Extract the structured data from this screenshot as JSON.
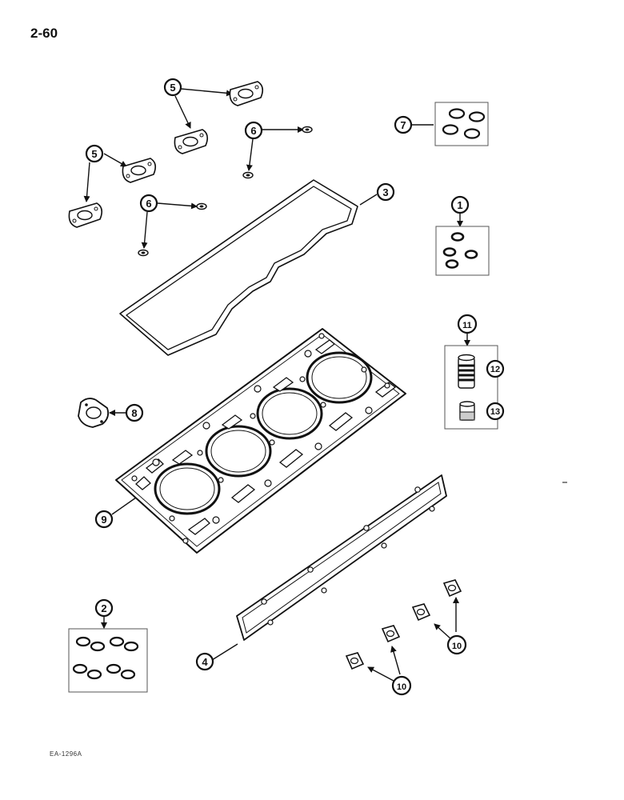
{
  "page_number": "2-60",
  "figure_code": "EA-1296A",
  "callouts": [
    {
      "id": "c1",
      "label": "1"
    },
    {
      "id": "c2",
      "label": "2"
    },
    {
      "id": "c3",
      "label": "3"
    },
    {
      "id": "c4",
      "label": "4"
    },
    {
      "id": "c5a",
      "label": "5"
    },
    {
      "id": "c5b",
      "label": "5"
    },
    {
      "id": "c6a",
      "label": "6"
    },
    {
      "id": "c6b",
      "label": "6"
    },
    {
      "id": "c7",
      "label": "7"
    },
    {
      "id": "c8",
      "label": "8"
    },
    {
      "id": "c9",
      "label": "9"
    },
    {
      "id": "c10a",
      "label": "10"
    },
    {
      "id": "c10b",
      "label": "10"
    },
    {
      "id": "c11",
      "label": "11"
    },
    {
      "id": "c12",
      "label": "12"
    },
    {
      "id": "c13",
      "label": "13"
    }
  ]
}
